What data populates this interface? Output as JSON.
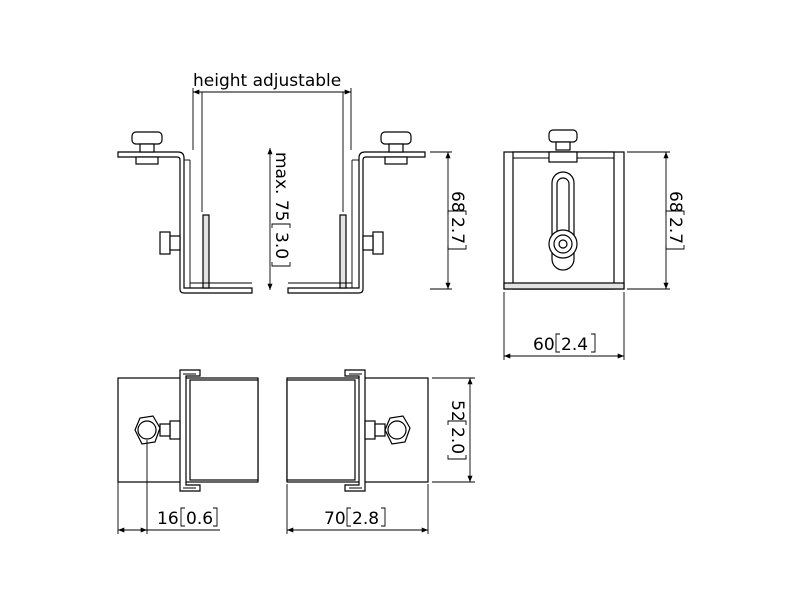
{
  "drawing": {
    "height_label": "height adjustable",
    "max_label": "max. 75",
    "max_inch": "3.0",
    "side_height_mm": "68",
    "side_height_in": "2.7",
    "front_height_mm": "68",
    "front_height_in": "2.7",
    "front_width_mm": "60",
    "front_width_in": "2.4",
    "top_depth_mm": "52",
    "top_depth_in": "2.0",
    "offset_mm": "16",
    "offset_in": "0.6",
    "top_width_mm": "70",
    "top_width_in": "2.8"
  }
}
